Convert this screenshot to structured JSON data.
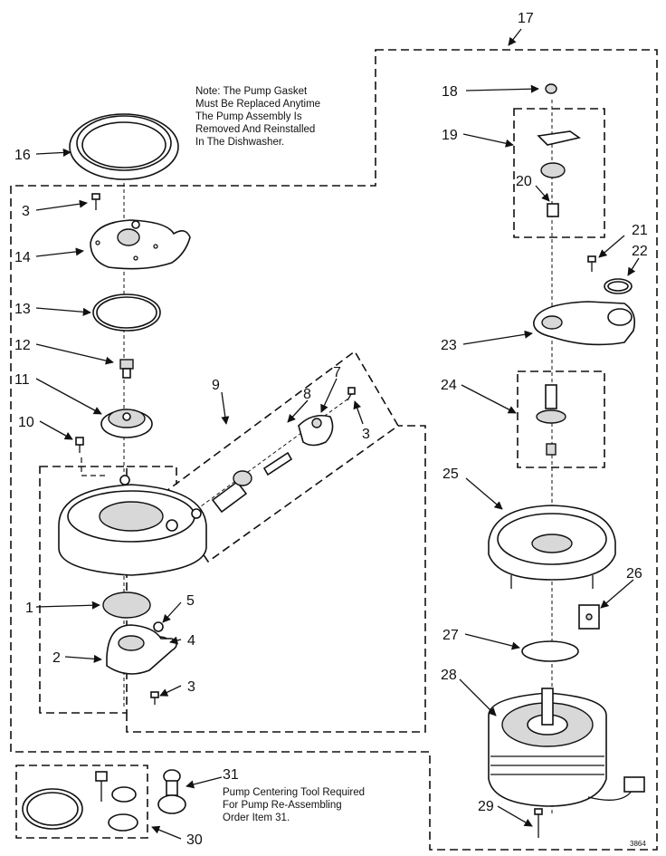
{
  "note": {
    "lines": [
      "Note: The Pump Gasket",
      "Must Be Replaced Anytime",
      "The Pump Assembly Is",
      "Removed And Reinstalled",
      "In The Dishwasher."
    ]
  },
  "tool_note": {
    "lines": [
      "Pump Centering Tool Required",
      "For Pump Re-Assembling",
      "Order Item 31."
    ]
  },
  "callouts": {
    "c1": "1",
    "c2": "2",
    "c3a": "3",
    "c3b": "3",
    "c3c": "3",
    "c4": "4",
    "c5": "5",
    "c7": "7",
    "c8": "8",
    "c9": "9",
    "c10": "10",
    "c11": "11",
    "c12": "12",
    "c13": "13",
    "c14": "14",
    "c16": "16",
    "c17": "17",
    "c18": "18",
    "c19": "19",
    "c20": "20",
    "c21": "21",
    "c22": "22",
    "c23": "23",
    "c24": "24",
    "c25": "25",
    "c26": "26",
    "c27": "27",
    "c28": "28",
    "c29": "29",
    "c30": "30",
    "c31": "31"
  },
  "drawing_code": "3864"
}
